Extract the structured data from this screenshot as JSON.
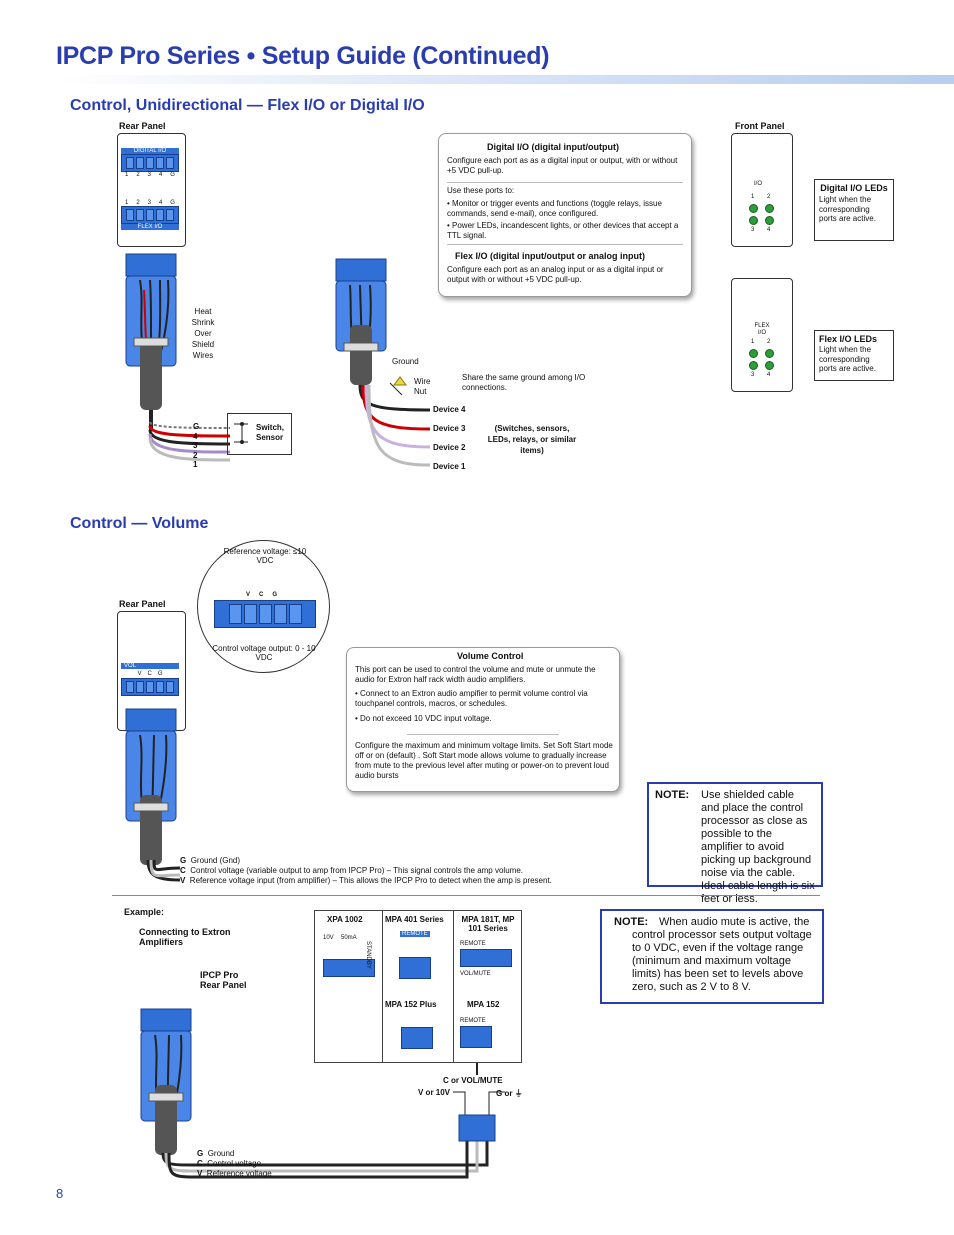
{
  "page": {
    "title": "IPCP Pro Series • Setup Guide (Continued)",
    "page_number": "8"
  },
  "section1": {
    "heading": "Control, Unidirectional — Flex I/O or Digital I/O",
    "rear_panel_label": "Rear Panel",
    "front_panel_label": "Front Panel",
    "digital_io_port": "DIGITAL I/O",
    "flex_io_port": "FLEX I/O",
    "pin_labels": [
      "1",
      "2",
      "3",
      "4",
      "G"
    ],
    "heat_shrink": "Heat Shrink Over Shield Wires",
    "switch_sensor": "Switch, Sensor",
    "wire_pins": [
      "G",
      "4",
      "3",
      "2",
      "1"
    ],
    "ground_label": "Ground",
    "wire_nut": "Wire Nut",
    "share_ground": "Share the same ground among I/O connections.",
    "devices": [
      "Device 4",
      "Device 3",
      "Device 2",
      "Device 1"
    ],
    "devices_note": "(Switches, sensors, LEDs, relays, or similar items)",
    "callout": {
      "digital_title": "Digital I/O (digital input/output)",
      "digital_desc": "Configure each port as as a digital input or output, with or without +5 VDC pull-up.",
      "use_ports": "Use these ports to:",
      "bullet1": "• Monitor or trigger events and functions (toggle relays, issue commands, send e-mail), once configured.",
      "bullet2": "• Power LEDs, incandescent lights, or other devices that accept a TTL signal.",
      "flex_title": "Flex I/O (digital input/output or analog input)",
      "flex_desc": "Configure each port as an analog input or as a digital input or output with or without +5 VDC pull-up."
    },
    "front": {
      "io_label": "I/O",
      "flex_label": "FLEX I/O",
      "led_numbers": [
        "1",
        "2",
        "3",
        "4"
      ],
      "digital_leds_title": "Digital I/O LEDs",
      "digital_leds_desc": "Light when the corresponding ports are active.",
      "flex_leds_title": "Flex I/O LEDs",
      "flex_leds_desc": "Light when the corresponding ports are active."
    }
  },
  "section2": {
    "heading": "Control — Volume",
    "rear_panel_label": "Rear Panel",
    "vol_port": "VOL",
    "vcg": [
      "V",
      "C",
      "G"
    ],
    "ref_voltage": "Reference voltage: ≤10 VDC",
    "control_output": "Control voltage output: 0 - 10 VDC",
    "callout": {
      "title": "Volume Control",
      "desc": "This port can be used to control the volume and mute or unmute the audio for Extron half rack width audio amplifiers.",
      "bullet1": "• Connect to an Extron audio ampifier to permit volume control via touchpanel controls, macros, or schedules.",
      "bullet2": "• Do not exceed 10 VDC input voltage.",
      "config": "Configure the maximum and minimum voltage limits. Set Soft Start mode off or on (default) . Soft Start mode allows volume to gradually increase from mute to the previous level after muting or power-on to prevent loud audio bursts"
    },
    "wires": [
      {
        "pin": "G",
        "desc": "Ground (Gnd)"
      },
      {
        "pin": "C",
        "desc": "Control voltage (variable output to amp from IPCP Pro) – This signal controls the amp volume."
      },
      {
        "pin": "V",
        "desc": "Reference voltage input (from amplifier) – This allows the IPCP Pro to detect when the amp is present."
      }
    ],
    "note1_label": "NOTE:",
    "note1_text": "Use shielded cable and place the control processor as close as possible to the amplifier to avoid picking up background noise via the cable. Ideal cable length is six feet or less."
  },
  "example": {
    "label": "Example:",
    "connecting": "Connecting to Extron Amplifiers",
    "ipcp_rear": "IPCP Pro Rear Panel",
    "amps": {
      "xpa": "XPA 1002",
      "mpa401": "MPA 401 Series",
      "mpa181": "MPA 181T, MP 101 Series",
      "mpa152plus": "MPA 152 Plus",
      "mpa152": "MPA 152",
      "remote": "REMOTE",
      "standby": "STANDBY",
      "ma50": "50mA",
      "v10": "10V",
      "volmute": "VOL/MUTE"
    },
    "c_or_volmute": "C or VOL/MUTE",
    "v_or_10v": "V or 10V",
    "g_or": "G or ⏚",
    "wires": [
      {
        "pin": "G",
        "desc": "Ground"
      },
      {
        "pin": "C",
        "desc": "Control voltage"
      },
      {
        "pin": "V",
        "desc": "Reference voltage"
      }
    ],
    "note2_label": "NOTE:",
    "note2_text": "When audio mute is active, the control processor sets output voltage to 0 VDC, even if the voltage range (minimum and maximum voltage limits) has been set to levels above zero, such as 2 V to 8 V."
  }
}
